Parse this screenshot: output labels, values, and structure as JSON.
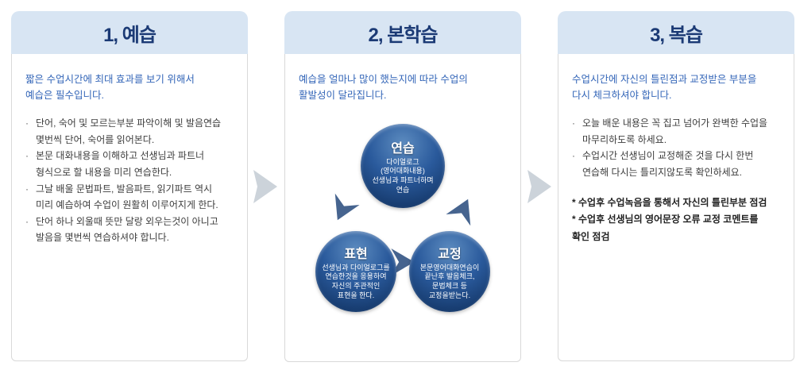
{
  "ui": {
    "bullet_char": "·"
  },
  "cards": [
    {
      "title": "1, 예습",
      "intro": "짧은 수업시간에 최대 효과를 보기 위해서\n예습은 필수입니다.",
      "bullets": [
        "단어, 숙어 및 모르는부분 파악이해 및 발음연습\n몇번씩 단어, 숙어를 읽어본다.",
        "본문 대화내용을 이해하고 선생님과 파트너\n형식으로 할 내용을 미리 연습한다.",
        "그날 배울 문법파트, 발음파트, 읽기파트 역시\n미리 예습하여 수업이 원활히 이루어지게 한다.",
        "단어 하나 외울때 뜻만 달랑 외우는것이 아니고\n발음을 몇번씩 연습하셔야 합니다."
      ]
    },
    {
      "title": "2, 본학습",
      "intro": "예습을 얼마나 많이 했는지에 따라 수업의\n활발성이 달라집니다.",
      "cycle": [
        {
          "label": "연습",
          "desc": "다이얼로그\n(영어대화내용)\n선생님과 파트너하며\n연습"
        },
        {
          "label": "표현",
          "desc": "선생님과 다이얼로그를\n연습한것을 응용하여\n자신의 주관적인\n표현을 한다."
        },
        {
          "label": "교정",
          "desc": "본문영어대화연습이\n끝난후 발음체크,\n문법체크 등\n교정을받는다."
        }
      ]
    },
    {
      "title": "3, 복습",
      "intro": "수업시간에 자신의 틀린점과 교정받은 부분을\n다시 체크하셔야 합니다.",
      "bullets": [
        "오늘 배운 내용은 꼭 집고 넘어가 완벽한 수업을\n마무리하도록 하세요.",
        "수업시간 선생님이 교정해준 것을 다시 한번\n연습해 다시는 틀리지않도록 확인하세요."
      ],
      "notes": [
        "* 수업후 수업녹음을 통해서 자신의 틀린부분 점검",
        "* 수업후 선생님의 영어문장 오류 교정 코멘트를\n확인 점검"
      ]
    }
  ],
  "colors": {
    "header_bg": "#d8e5f3",
    "header_text": "#1b3a75",
    "intro_text": "#3466b8",
    "circle_bottom": "#0d2c58",
    "card_arrow": "#ccd3da",
    "cycle_arrow": "#46648f"
  }
}
